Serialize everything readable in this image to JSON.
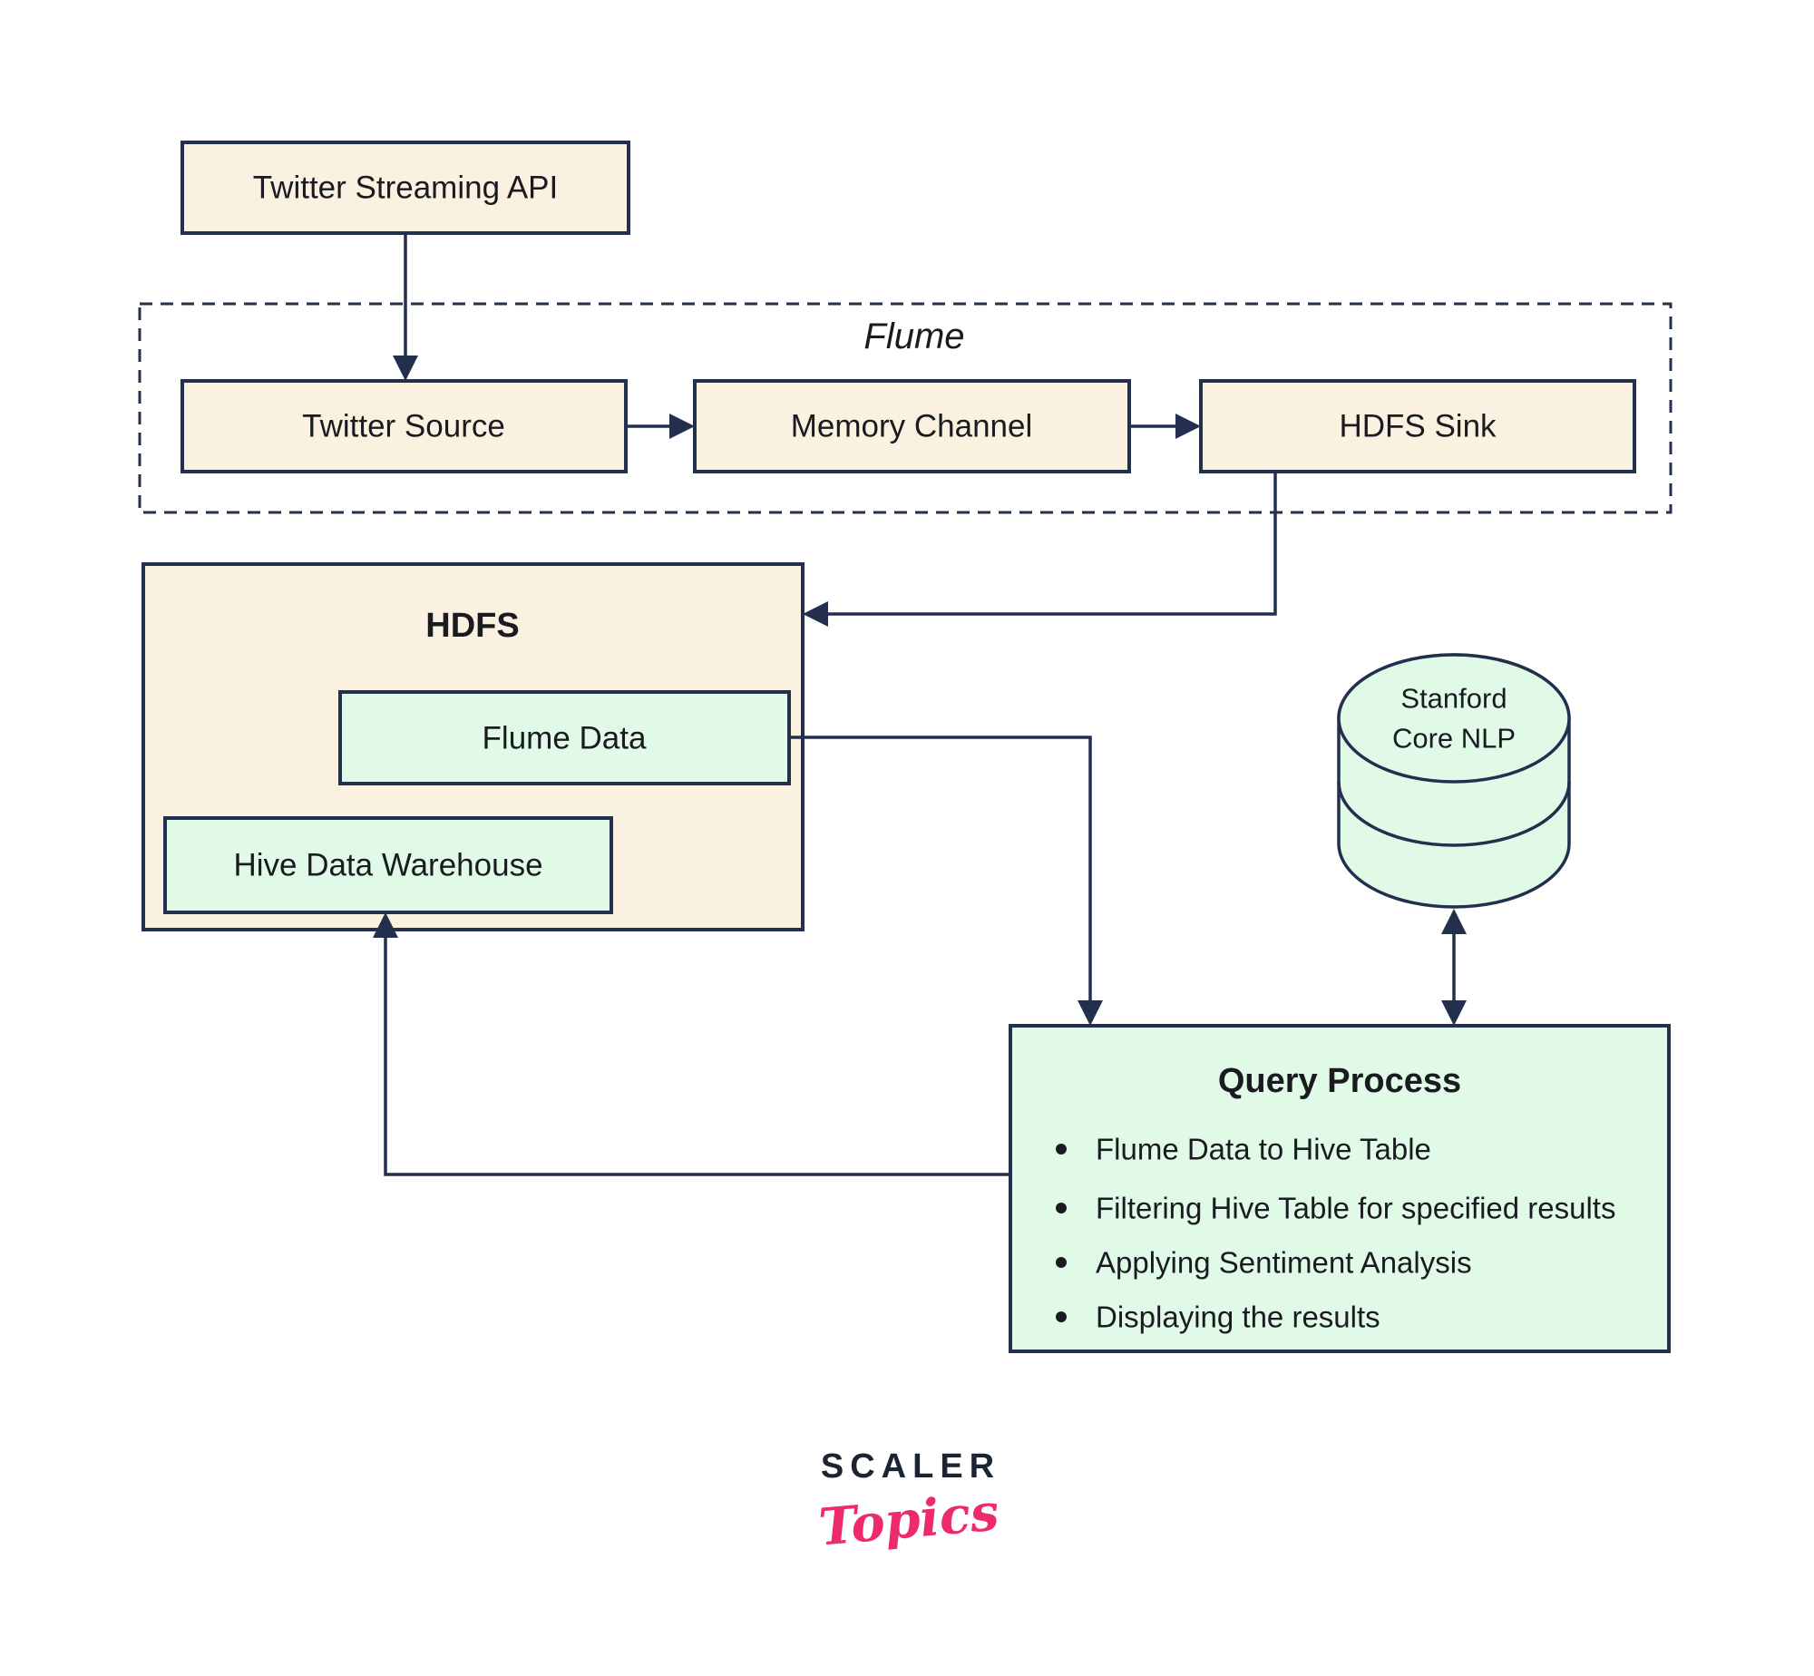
{
  "diagram": {
    "twitter_streaming_api": {
      "label": "Twitter Streaming API"
    },
    "flume_group": {
      "label": "Flume"
    },
    "twitter_source": {
      "label": "Twitter Source"
    },
    "memory_channel": {
      "label": "Memory Channel"
    },
    "hdfs_sink": {
      "label": "HDFS Sink"
    },
    "hdfs": {
      "label": "HDFS"
    },
    "flume_data": {
      "label": "Flume Data"
    },
    "hive_data_warehouse": {
      "label": "Hive Data Warehouse"
    },
    "stanford_core_nlp": {
      "label_line1": "Stanford",
      "label_line2": "Core NLP"
    },
    "query_process": {
      "title": "Query Process",
      "bullets": [
        "Flume Data to Hive Table",
        "Filtering Hive Table for specified results",
        "Applying Sentiment Analysis",
        "Displaying the results"
      ]
    }
  },
  "logo": {
    "brand": "SCALER",
    "wordmark": "Topics"
  },
  "colors": {
    "box_fill_cream": "#FBF1E1",
    "box_fill_green": "#E1FAE8",
    "stroke_navy": "#22304E",
    "text_dark": "#1A1B20",
    "logo_navy": "#1B2432",
    "logo_pink": "#ED2A6D",
    "background": "#FFFFFF"
  }
}
